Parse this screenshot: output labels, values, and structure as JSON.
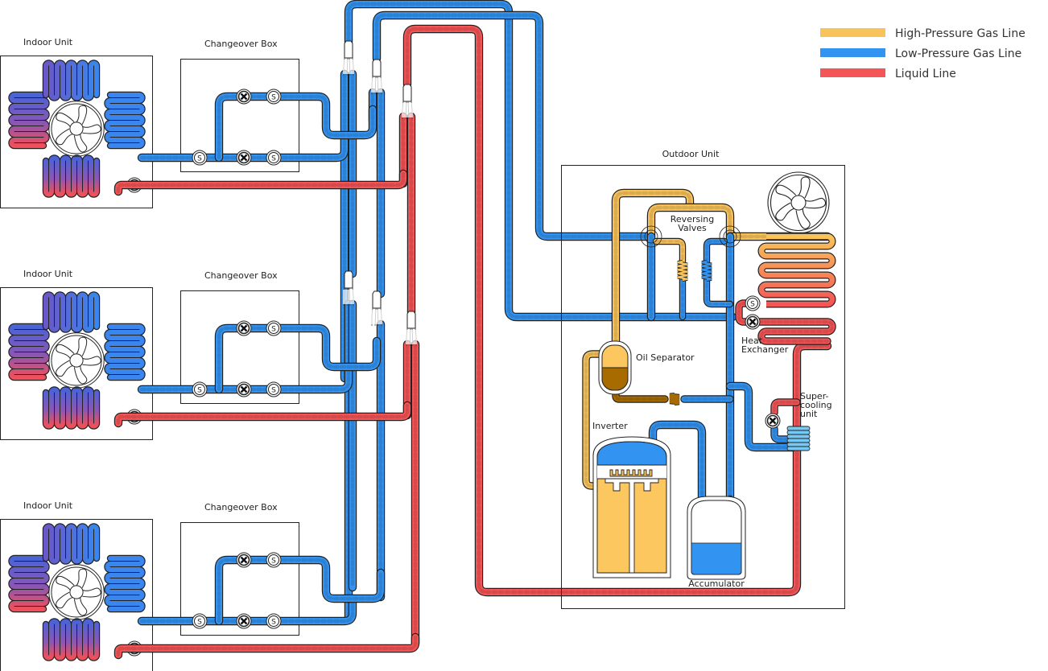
{
  "legend": {
    "items": [
      {
        "label": "High-Pressure Gas Line",
        "color": "#f9c35b"
      },
      {
        "label": "Low-Pressure Gas Line",
        "color": "#3393f0"
      },
      {
        "label": "Liquid Line",
        "color": "#f45556"
      }
    ]
  },
  "colors": {
    "high_pressure": "#f9c35b",
    "low_pressure": "#3393f0",
    "liquid": "#f45556",
    "outline": "#222222",
    "oil": "#a86b00",
    "supercool": "#76c9f5"
  },
  "indoor_units": [
    {
      "label": "Indoor Unit"
    },
    {
      "label": "Indoor Unit"
    },
    {
      "label": "Indoor Unit"
    }
  ],
  "changeover_boxes": [
    {
      "label": "Changeover Box"
    },
    {
      "label": "Changeover Box"
    },
    {
      "label": "Changeover Box"
    }
  ],
  "valve_symbols": {
    "solenoid": "S",
    "expansion": "⊗"
  },
  "outdoor_unit": {
    "label": "Outdoor Unit",
    "reversing_valves": [
      "Reversing",
      "Valves"
    ],
    "heat_exchanger": [
      "Heat",
      "Exchanger"
    ],
    "supercooling": [
      "Super-",
      "cooling",
      "unit"
    ],
    "oil_separator": "Oil Separator",
    "inverter": "Inverter",
    "accumulator": "Accumulator"
  }
}
